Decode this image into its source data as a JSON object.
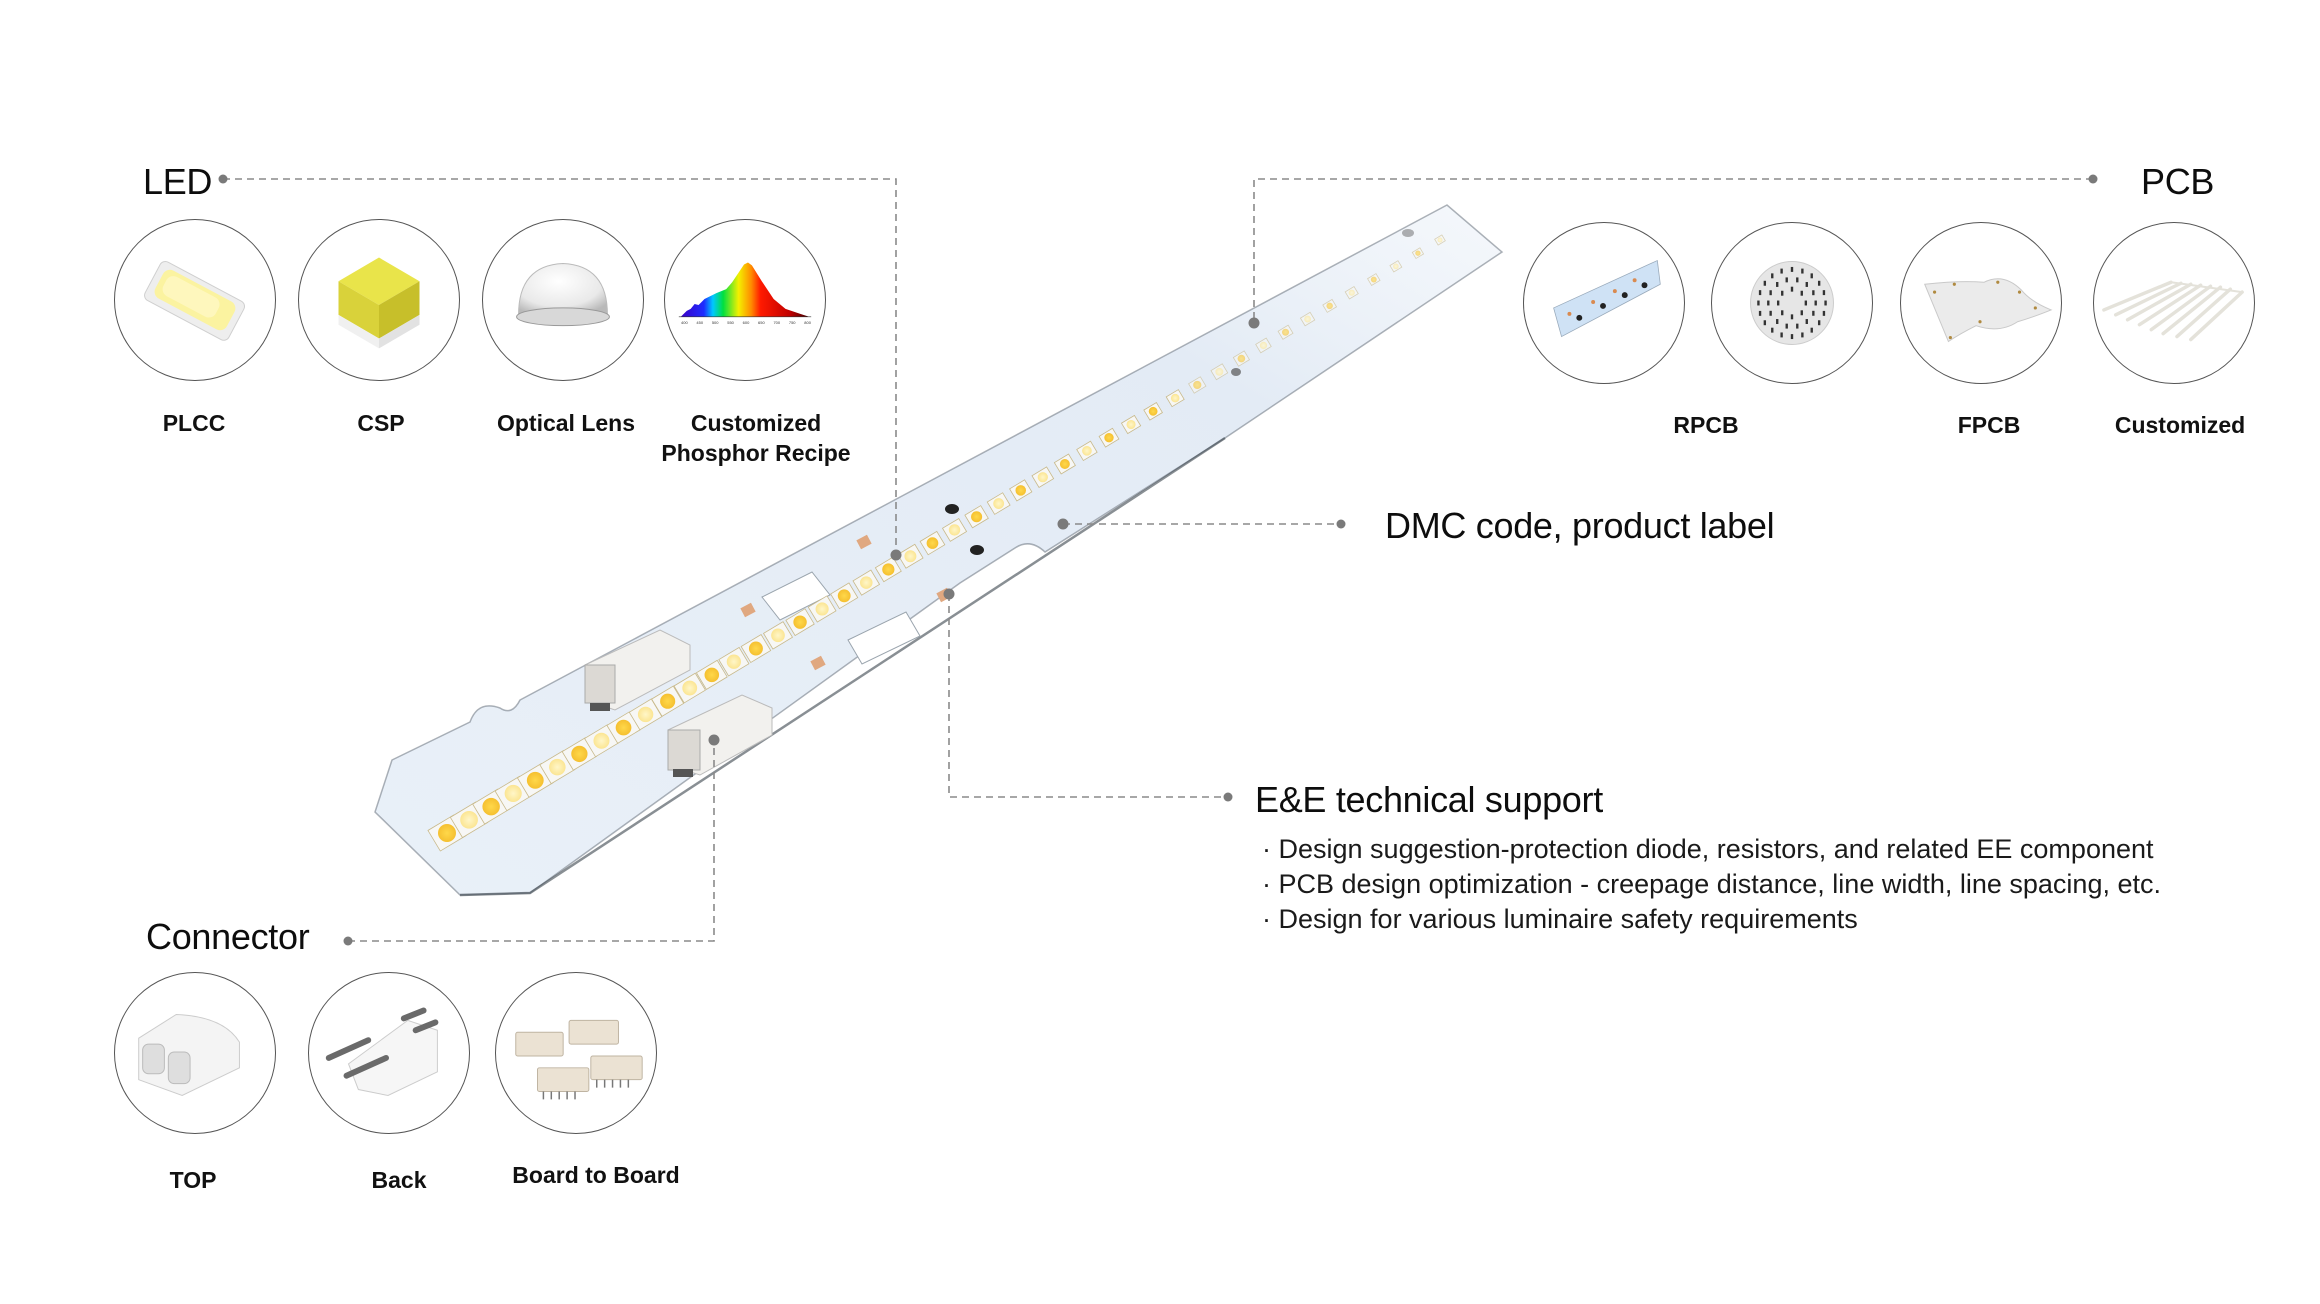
{
  "sections": {
    "led": {
      "title": "LED",
      "items": [
        {
          "label": "PLCC",
          "icon": "plcc-led-icon"
        },
        {
          "label": "CSP",
          "icon": "csp-led-icon"
        },
        {
          "label": "Optical Lens",
          "icon": "optical-lens-icon"
        },
        {
          "label_line1": "Customized",
          "label_line2": "Phosphor Recipe",
          "icon": "spectrum-chart-icon",
          "spectrum_ticks": [
            "400",
            "450",
            "500",
            "550",
            "600",
            "650",
            "700",
            "750",
            "800"
          ]
        }
      ]
    },
    "pcb": {
      "title": "PCB",
      "items": [
        {
          "icon": "rigid-strip-pcb-icon"
        },
        {
          "icon": "round-pcb-icon"
        },
        {
          "icon": "flexible-pcb-icon"
        },
        {
          "icon": "customized-pcb-icon"
        }
      ],
      "labels": {
        "rpcb": "RPCB",
        "fpcb": "FPCB",
        "customized": "Customized"
      }
    },
    "dmc": {
      "title": "DMC code, product label"
    },
    "ee": {
      "title": "E&E technical support",
      "bullets": [
        "Design suggestion-protection diode, resistors, and related EE component",
        "PCB design optimization - creepage distance, line width, line spacing, etc.",
        "Design for various luminaire safety requirements"
      ]
    },
    "connector": {
      "title": "Connector",
      "items": [
        {
          "label": "TOP",
          "icon": "connector-top-icon"
        },
        {
          "label": "Back",
          "icon": "connector-back-icon"
        },
        {
          "label": "Board to Board",
          "icon": "board-to-board-connector-icon"
        }
      ]
    }
  },
  "colors": {
    "leader_line": "#8a8a8a",
    "leader_dot": "#7a7a7a",
    "board": "#e6eef7",
    "led_warm": "#f7c63a",
    "led_cool": "#fbe9a2"
  }
}
